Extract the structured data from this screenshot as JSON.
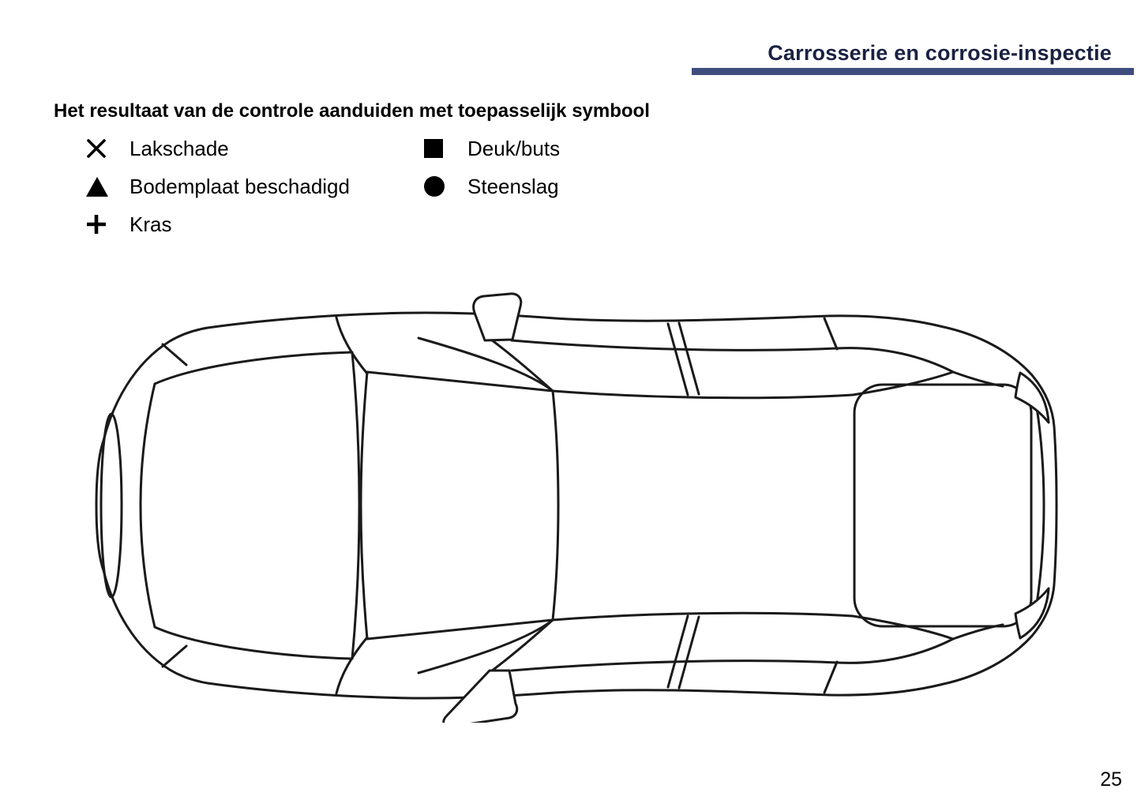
{
  "page": {
    "title": "Carrosserie en corrosie-inspectie",
    "instruction": "Het resultaat van de controle aanduiden met toepasselijk symbool",
    "page_number": "25"
  },
  "legend": {
    "column1": [
      {
        "symbol": "cross",
        "label": "Lakschade"
      },
      {
        "symbol": "triangle",
        "label": "Bodemplaat beschadigd"
      },
      {
        "symbol": "plus",
        "label": "Kras"
      }
    ],
    "column2": [
      {
        "symbol": "square",
        "label": "Deuk/buts"
      },
      {
        "symbol": "circle",
        "label": "Steenslag"
      }
    ]
  },
  "diagram": {
    "type": "car-top-view-outline"
  },
  "colors": {
    "accent_bar": "#3f4d7e",
    "title_text": "#1a2142",
    "line_art": "#1a1a1a"
  }
}
